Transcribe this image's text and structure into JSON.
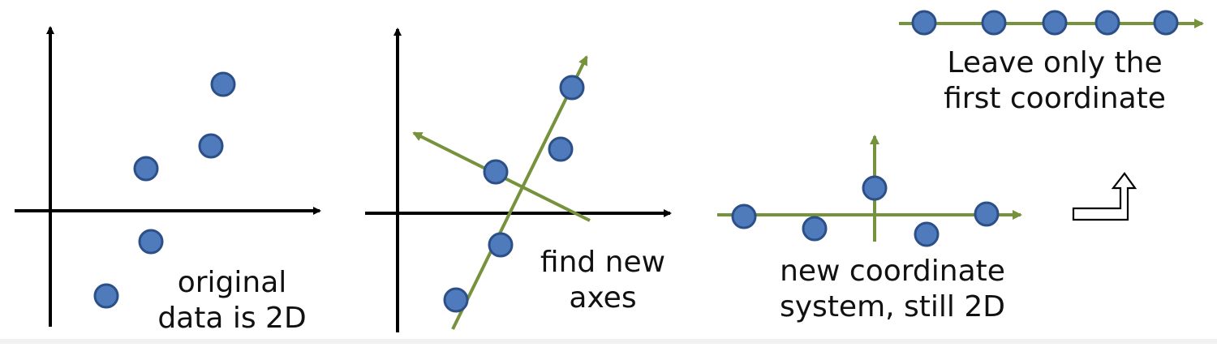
{
  "colors": {
    "point_fill": "#4f7bbd",
    "point_stroke": "#2b4f86",
    "new_axis": "#76923c",
    "original_axis": "#000000"
  },
  "panels": {
    "original": {
      "caption_line1": "original",
      "caption_line2": "data is 2D"
    },
    "new_axes": {
      "caption_line1": "find new",
      "caption_line2": "axes"
    },
    "new_system": {
      "caption_line1": "new coordinate",
      "caption_line2": "system, still 2D"
    },
    "one_dimension": {
      "caption_line1": "Leave only the",
      "caption_line2": "first coordinate"
    }
  },
  "arrow_icon": "up-right-outline-arrow-icon"
}
